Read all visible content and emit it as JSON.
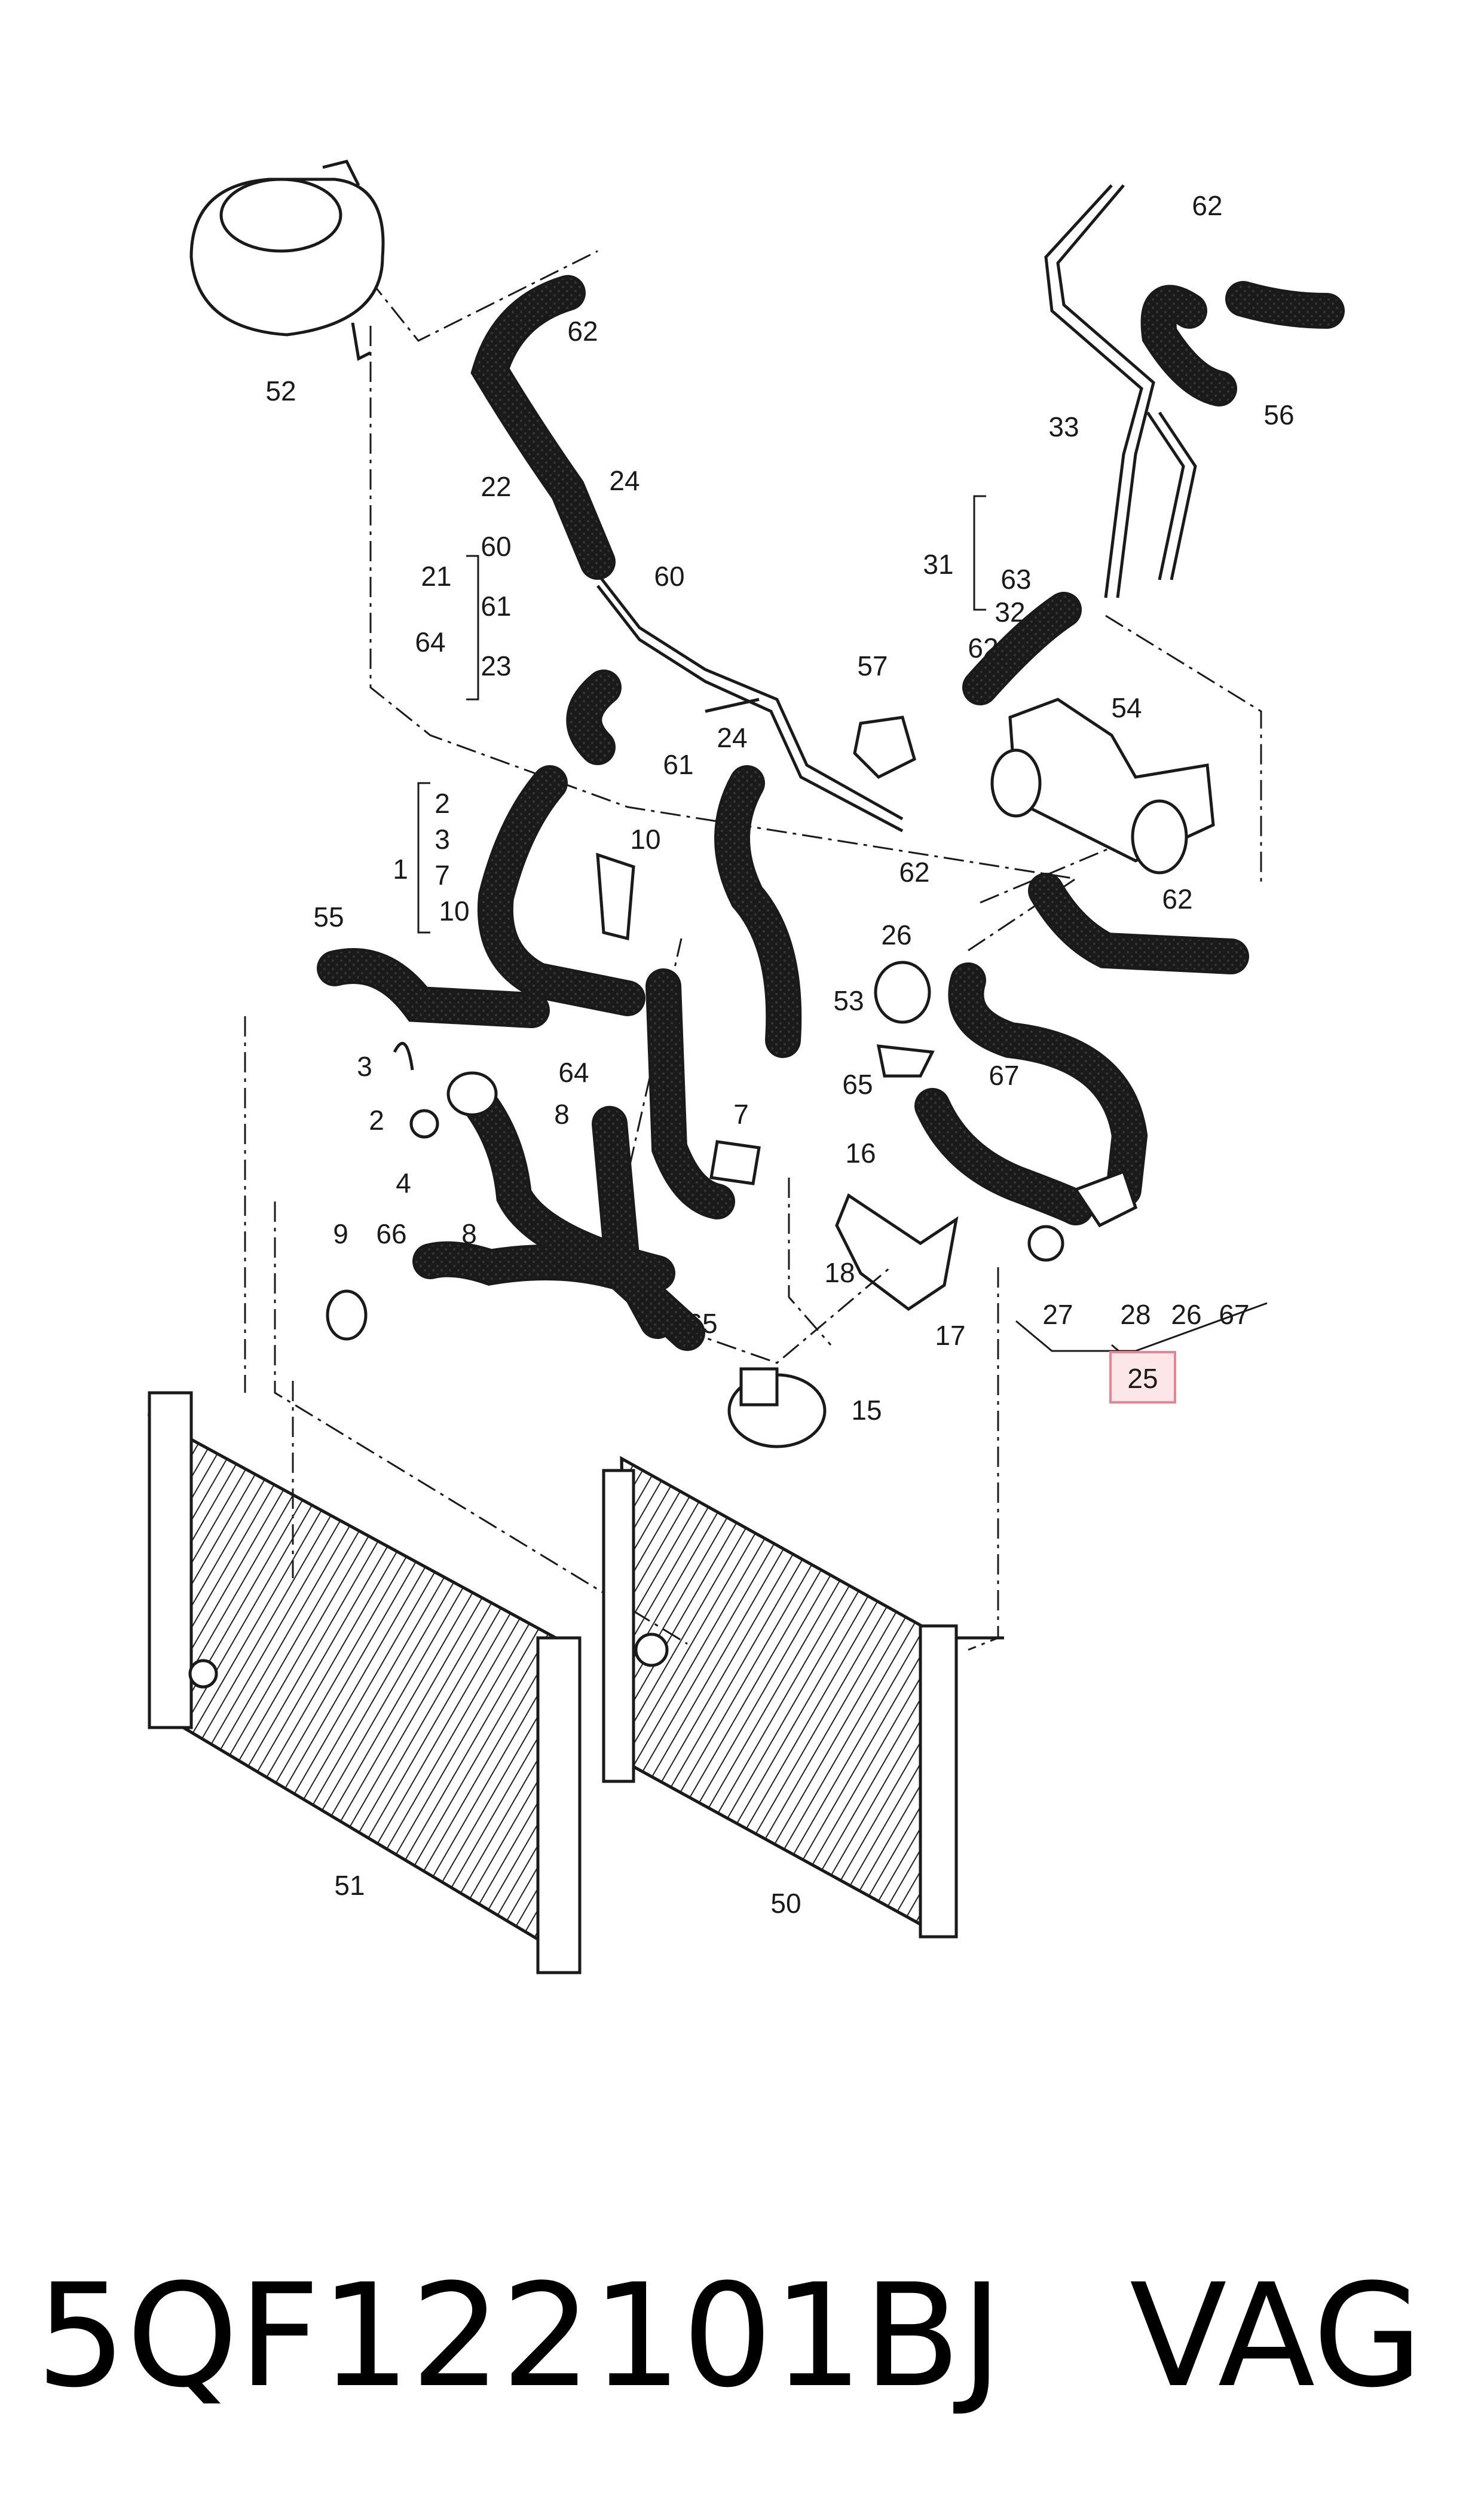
{
  "diagram": {
    "callouts": [
      "62",
      "52",
      "22",
      "24",
      "21",
      "60",
      "61",
      "60",
      "23",
      "64",
      "61",
      "24",
      "2",
      "3",
      "1",
      "7",
      "10",
      "10",
      "55",
      "53",
      "3",
      "64",
      "65",
      "2",
      "8",
      "7",
      "4",
      "9",
      "66",
      "8",
      "65",
      "15",
      "16",
      "18",
      "17",
      "33",
      "62",
      "56",
      "31",
      "63",
      "32",
      "57",
      "62",
      "54",
      "62",
      "62",
      "26",
      "67",
      "27",
      "28",
      "26",
      "67",
      "25",
      "51",
      "50"
    ],
    "highlighted_part": "25"
  },
  "footer": {
    "part_number": "5QF122101BJ",
    "brand": "VAG"
  },
  "colors": {
    "line": "#1a1a1a",
    "highlight_fill": "#fde6e8",
    "highlight_stroke": "#e8838f"
  }
}
